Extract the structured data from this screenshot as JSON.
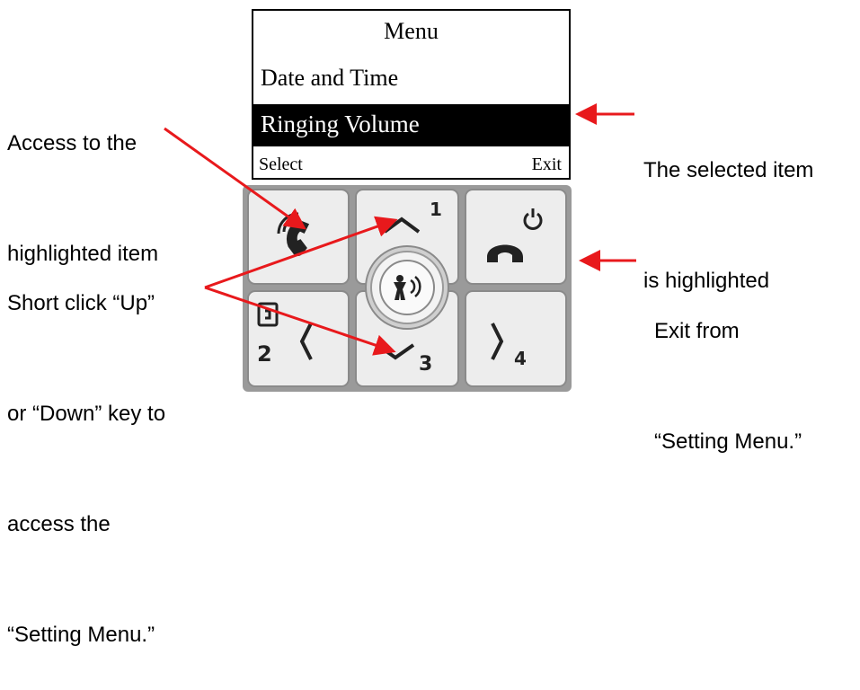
{
  "screen": {
    "title": "Menu",
    "item_date_time": "Date and Time",
    "item_ringing_volume": "Ringing Volume",
    "softkey_left": "Select",
    "softkey_right": "Exit"
  },
  "annotations": {
    "access_highlighted": [
      "Access to the",
      "highlighted item"
    ],
    "selected_highlighted": [
      "The selected item",
      "is highlighted"
    ],
    "short_click": [
      "Short click “Up”",
      "or “Down” key to",
      "access the",
      "“Setting Menu.”"
    ],
    "exit_from": [
      "Exit from",
      "“Setting Menu.”"
    ]
  },
  "keypad": {
    "up_key_number": "1",
    "down_key_number": "3",
    "left_key_number": "2",
    "right_key_number": "4"
  },
  "colors": {
    "arrow": "#e8191c",
    "key_fill": "#ededed",
    "key_border": "#8a8a8a",
    "icon": "#222222"
  },
  "icons": [
    "call-icon",
    "power-icon",
    "hangup-icon",
    "up-chevron-icon",
    "down-chevron-icon",
    "left-chevron-icon",
    "right-chevron-icon",
    "contact-book-icon",
    "emergency-ptt-icon"
  ]
}
